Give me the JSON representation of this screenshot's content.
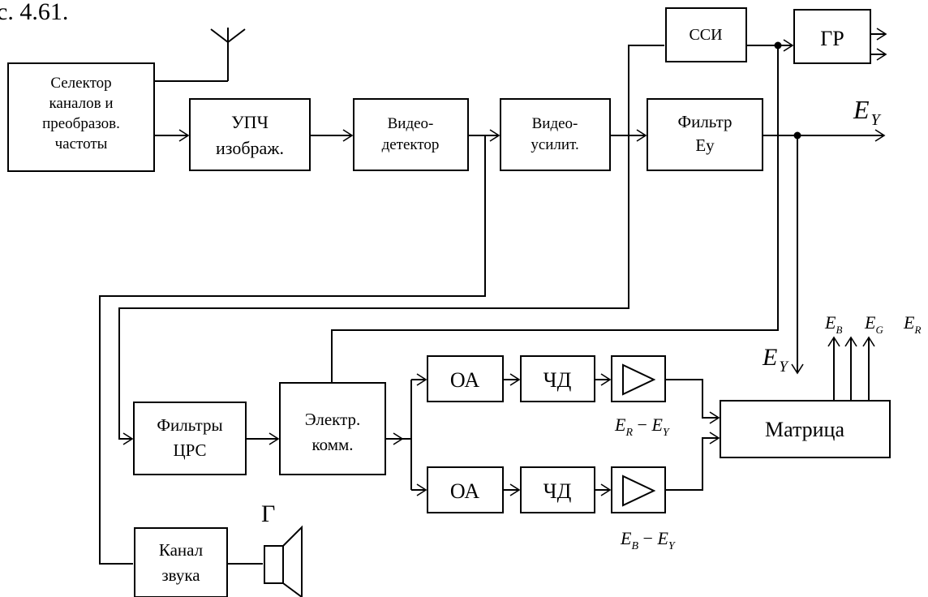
{
  "caption": "с. 4.61.",
  "blocks": {
    "selector": [
      "Селектор",
      "каналов и",
      "преобразов.",
      "частоты"
    ],
    "upch": [
      "УПЧ",
      "изображ."
    ],
    "videodetector": [
      "Видео-",
      "детектор"
    ],
    "videoamp": [
      "Видео-",
      "усилит."
    ],
    "filter_ey": [
      "Фильтр",
      "Еу"
    ],
    "ssi": [
      "ССИ"
    ],
    "gr": [
      "ГР"
    ],
    "filters_crs": [
      "Фильтры",
      "ЦРС"
    ],
    "el_switch": [
      "Электр.",
      "комм."
    ],
    "oa1": [
      "ОА"
    ],
    "chd1": [
      "ЧД"
    ],
    "oa2": [
      "ОА"
    ],
    "chd2": [
      "ЧД"
    ],
    "matrix": [
      "Матрица"
    ],
    "sound": [
      "Канал",
      "звука"
    ]
  },
  "labels": {
    "ey_out": {
      "main": "E",
      "sub": "Y"
    },
    "ey_matrix": {
      "main": "E",
      "sub": "Y"
    },
    "er_ey": {
      "a": "E",
      "a_sub": "R",
      "op": " − ",
      "b": "E",
      "b_sub": "Y"
    },
    "eb_ey": {
      "a": "E",
      "a_sub": "B",
      "op": " − ",
      "b": "E",
      "b_sub": "Y"
    },
    "eb": {
      "main": "E",
      "sub": "B"
    },
    "eg": {
      "main": "E",
      "sub": "G"
    },
    "er": {
      "main": "E",
      "sub": "R"
    },
    "speaker": "Г"
  }
}
